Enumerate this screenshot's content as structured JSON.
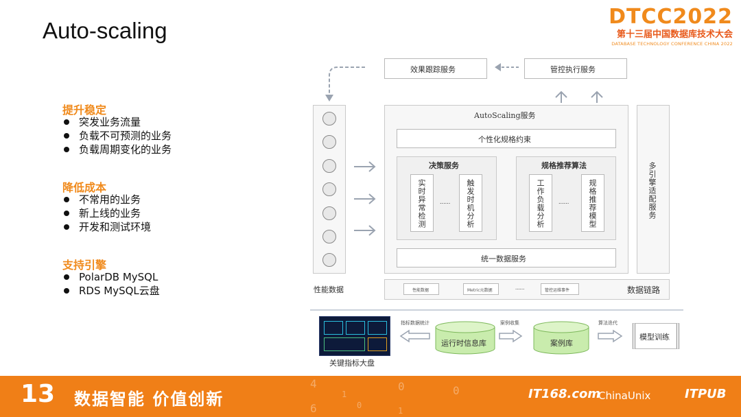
{
  "title": "Auto-scaling",
  "brand": {
    "logo": "DTCC2022",
    "cn": "第十三届中国数据库技术大会",
    "en": "DATABASE TECHNOLOGY CONFERENCE CHINA 2022"
  },
  "sections": [
    {
      "heading": "提升稳定",
      "items": [
        "突发业务流量",
        "负载不可预测的业务",
        "负载周期变化的业务"
      ]
    },
    {
      "heading": "降低成本",
      "items": [
        "不常用的业务",
        "新上线的业务",
        "开发和测试环境"
      ]
    },
    {
      "heading": "支持引擎",
      "items": [
        "PolarDB MySQL",
        "RDS MySQL云盘"
      ]
    }
  ],
  "diagram": {
    "effect_tracking": "效果跟踪服务",
    "control_exec": "管控执行服务",
    "autoscaling_service": "AutoScaling服务",
    "personalized_constraint": "个性化规格约束",
    "decision_service": "决策服务",
    "realtime_anomaly": "实时异常检测",
    "trigger_timing": "触发时机分析",
    "spec_recommend": "规格推荐算法",
    "workload_analysis": "工作负载分析",
    "spec_model": "规格推荐模型",
    "ellipsis": "......",
    "unified_data": "统一数据服务",
    "multi_engine": "多引擎适配服务",
    "perf_data": "性能数据",
    "data_link": "数据链路",
    "link_boxes": [
      "性能数据",
      "Metric元数据",
      "管控运维事件"
    ],
    "key_dashboard": "关键指标大盘",
    "metric_stats": "指标数据统计",
    "runtime_db": "运行时信息库",
    "case_collect": "案例收集",
    "case_db": "案例库",
    "algo_iter": "算法迭代",
    "model_train": "模型训练"
  },
  "footer": {
    "number": "13",
    "slogan": "数据智能 价值创新",
    "partners": [
      "IT168.com",
      "ChinaUnix",
      "ITPUB"
    ]
  }
}
